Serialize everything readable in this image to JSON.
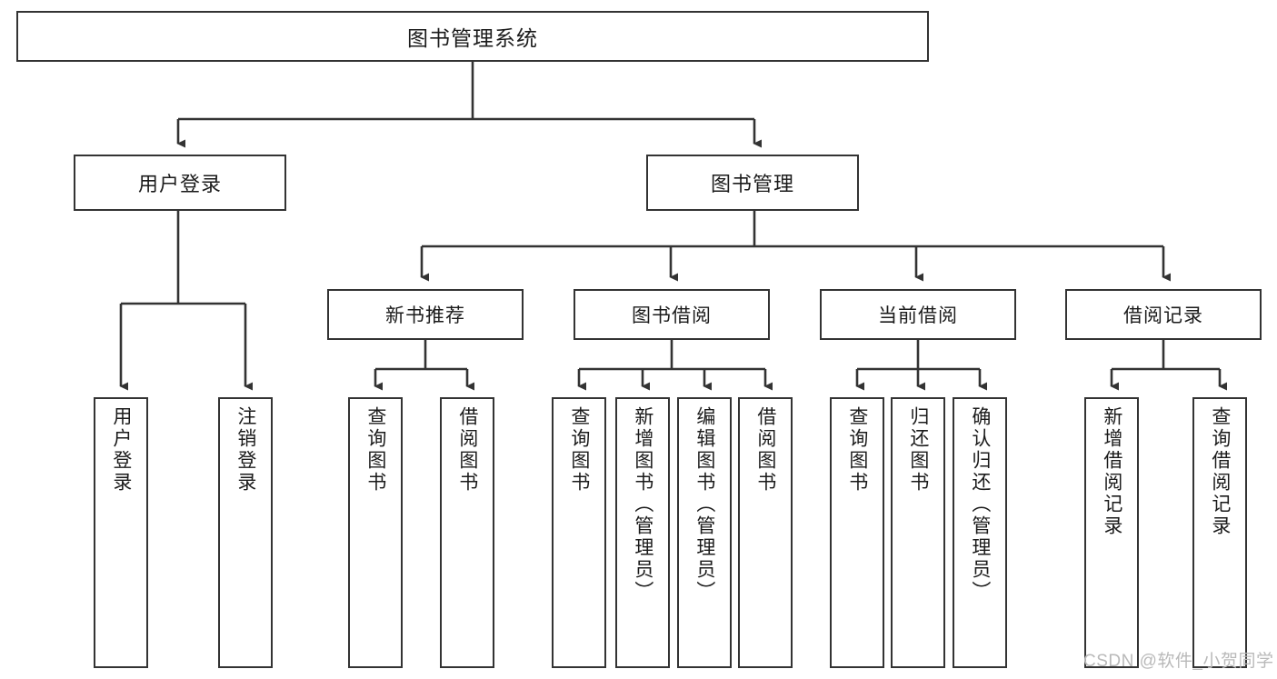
{
  "diagram": {
    "type": "tree-hierarchy",
    "title": "图书管理系统",
    "orientation": "top-down",
    "colors": {
      "box_border": "#333333",
      "box_fill": "#ffffff",
      "edge": "#333333",
      "text": "#1b1b1b",
      "watermark": "#b9b9b9"
    }
  },
  "root": {
    "label": "图书管理系统"
  },
  "level2": [
    {
      "label": "用户登录"
    },
    {
      "label": "图书管理"
    }
  ],
  "level3": [
    {
      "label": "新书推荐"
    },
    {
      "label": "图书借阅"
    },
    {
      "label": "当前借阅"
    },
    {
      "label": "借阅记录"
    }
  ],
  "leaves": {
    "user_login": [
      {
        "label": "用户登录"
      },
      {
        "label": "注销登录"
      }
    ],
    "new_book_recommend": [
      {
        "label": "查询图书"
      },
      {
        "label": "借阅图书"
      }
    ],
    "book_borrow": [
      {
        "label": "查询图书"
      },
      {
        "label": "新增图书（管理员）"
      },
      {
        "label": "编辑图书（管理员）"
      },
      {
        "label": "借阅图书"
      }
    ],
    "current_borrow": [
      {
        "label": "查询图书"
      },
      {
        "label": "归还图书"
      },
      {
        "label": "确认归还（管理员）"
      }
    ],
    "borrow_record": [
      {
        "label": "新增借阅记录"
      },
      {
        "label": "查询借阅记录"
      }
    ]
  },
  "watermark": {
    "text": "CSDN @软件_小贺同学"
  }
}
